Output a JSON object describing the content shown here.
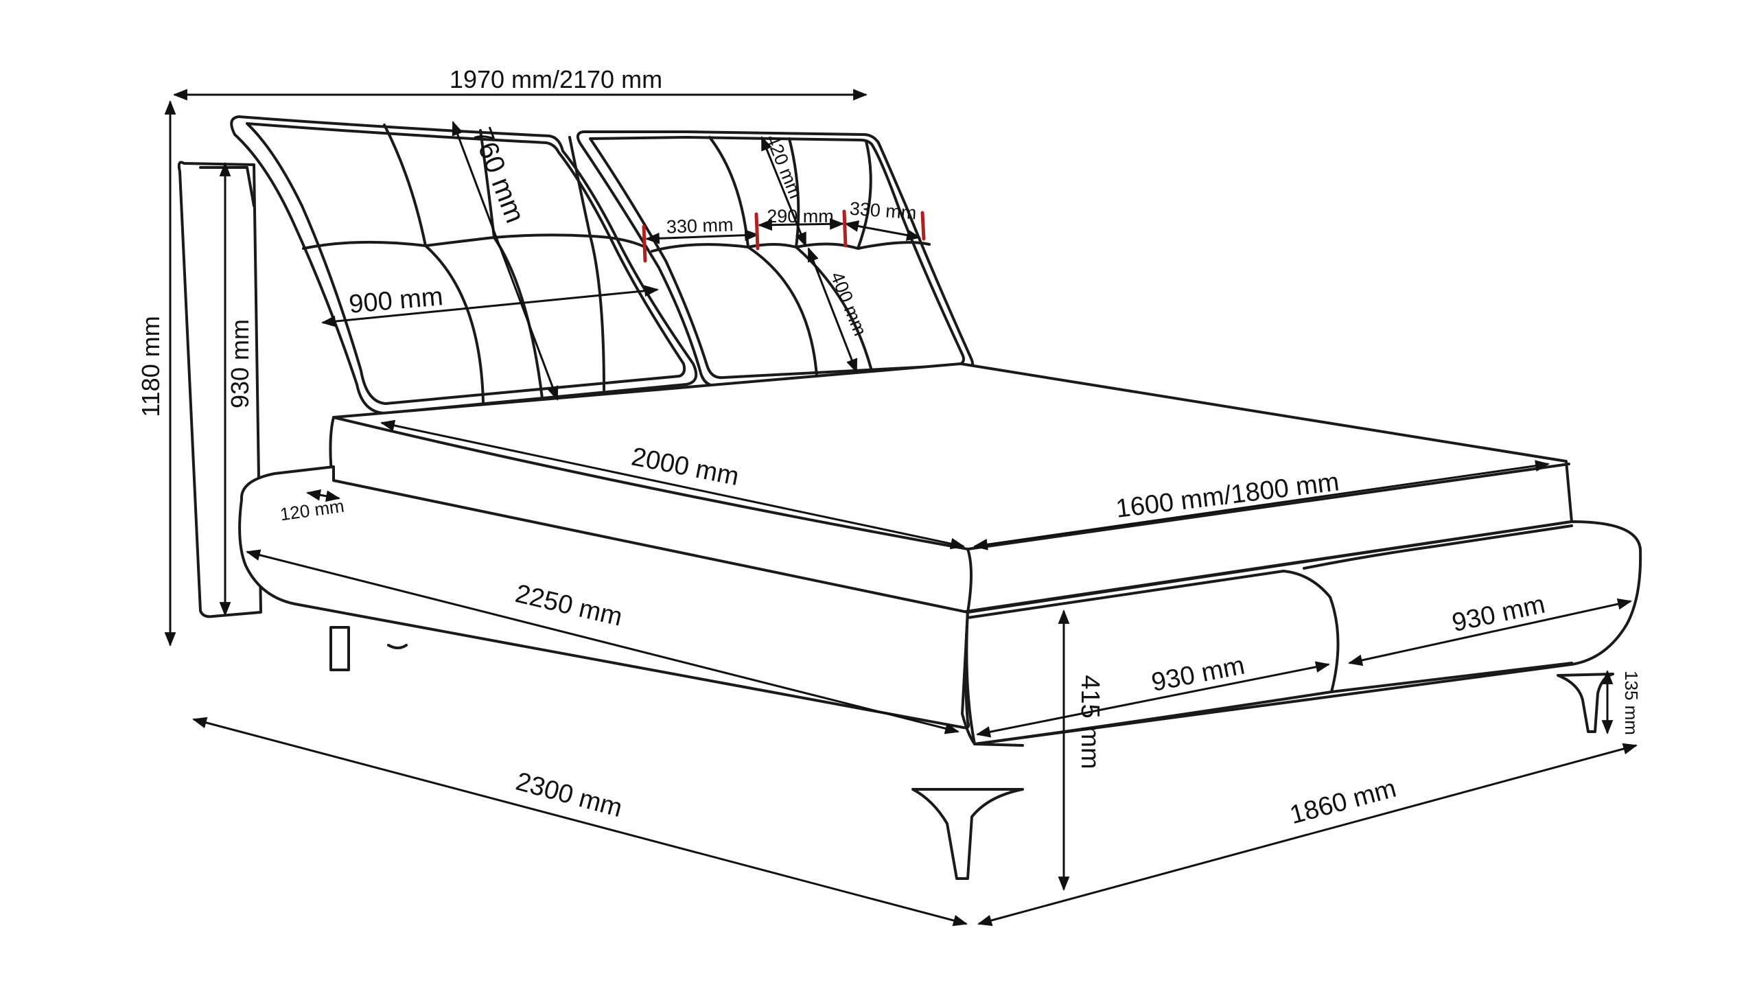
{
  "labels": {
    "headboard_width": "1970 mm/2170 mm",
    "total_height": "1180 mm",
    "headboard_height": "930 mm",
    "cushion_height": "760 mm",
    "cushion_width": "900 mm",
    "small_cushion_upper": "420 mm",
    "small_cushion_lower": "400 mm",
    "segment_left": "330 mm",
    "segment_middle": "290 mm",
    "segment_right": "330 mm",
    "mattress_length": "2000 mm",
    "mattress_width": "1600 mm/1800 mm",
    "frame_offset": "120 mm",
    "frame_length": "2250 mm",
    "front_panel_left": "930 mm",
    "front_panel_right": "930 mm",
    "frame_height": "415 mm",
    "leg_height": "135 mm",
    "overall_length": "2300 mm",
    "overall_width": "1860 mm"
  },
  "colors": {
    "line": "#1a1a1a",
    "accent_tick": "#b02020"
  }
}
